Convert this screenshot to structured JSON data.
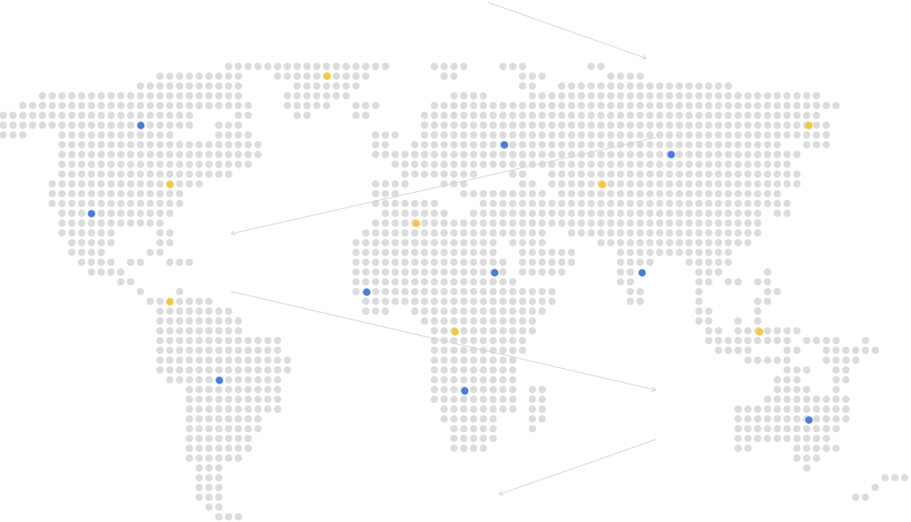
{
  "map": {
    "style": "dotted-world-map",
    "colors": {
      "land_dot": "#dcdcdc",
      "marker_primary": "#4a7ddb",
      "marker_secondary": "#f5c843",
      "route_line": "#d4d4d4",
      "background": "#ffffff"
    },
    "marker_groups": [
      {
        "id": "primary",
        "color": "#4a7ddb"
      },
      {
        "id": "secondary",
        "color": "#f5c843"
      }
    ],
    "routes_count": 4
  }
}
